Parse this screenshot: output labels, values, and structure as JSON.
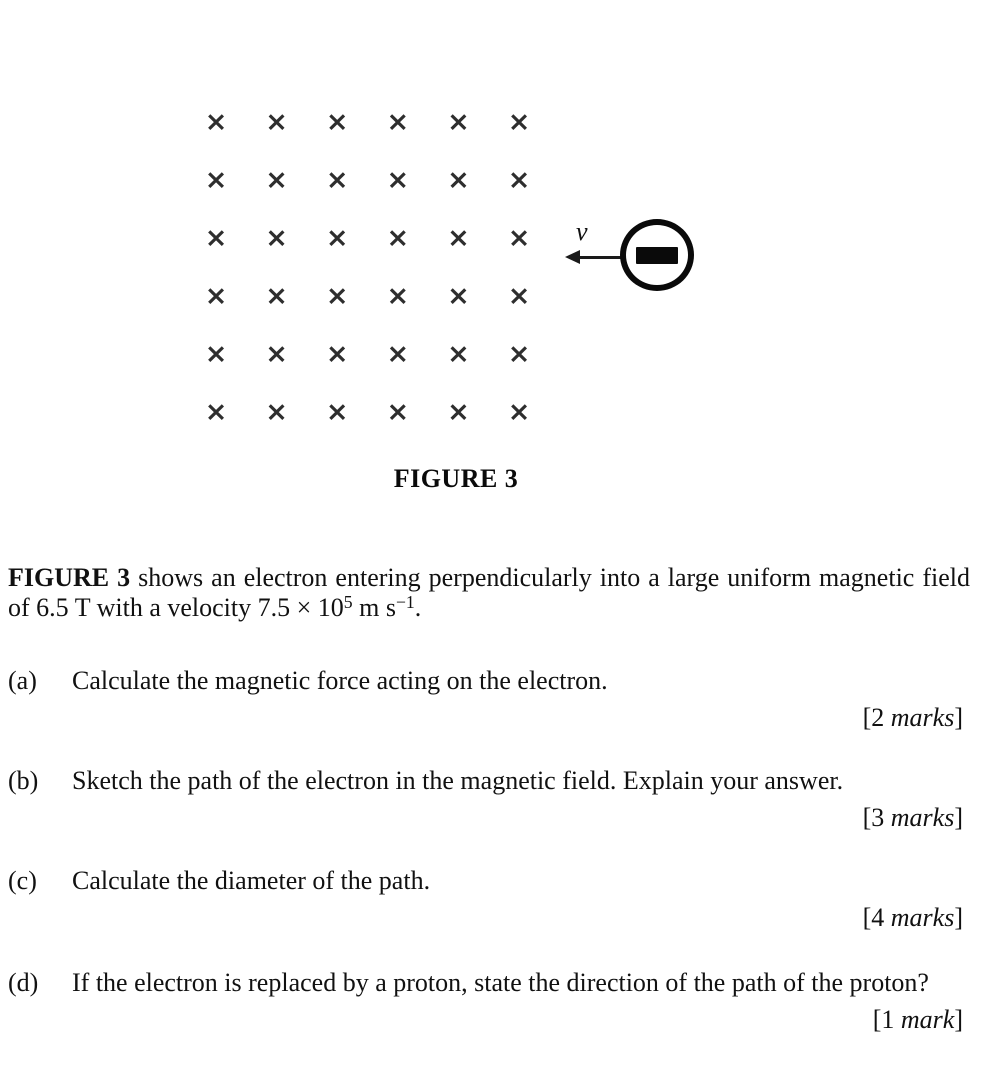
{
  "figure": {
    "caption": "FIGURE 3",
    "field_symbol": "×",
    "grid_rows": 6,
    "grid_cols": 6,
    "velocity_label": "v"
  },
  "intro": {
    "bold": "FIGURE 3",
    "text_a": " shows an electron entering perpendicularly into a large uniform magnetic field of 6.5 T with a velocity 7.5 × 10",
    "sup_exponent": "5",
    "text_b": " m s",
    "sup_inverse": "−1",
    "text_c": "."
  },
  "questions": [
    {
      "label": "(a)",
      "text": "Calculate the magnetic force acting on the electron.",
      "marks_prefix": "[2 ",
      "marks_word": "marks",
      "marks_suffix": "]"
    },
    {
      "label": "(b)",
      "text": "Sketch the path of the electron in the magnetic field. Explain your answer.",
      "marks_prefix": "[3 ",
      "marks_word": "marks",
      "marks_suffix": "]"
    },
    {
      "label": "(c)",
      "text": "Calculate the diameter of the path.",
      "marks_prefix": "[4 ",
      "marks_word": "marks",
      "marks_suffix": "]"
    },
    {
      "label": "(d)",
      "text": "If the electron is replaced by a proton, state the direction of the path of the proton?",
      "marks_prefix": "[1 ",
      "marks_word": "mark",
      "marks_suffix": "]"
    }
  ]
}
